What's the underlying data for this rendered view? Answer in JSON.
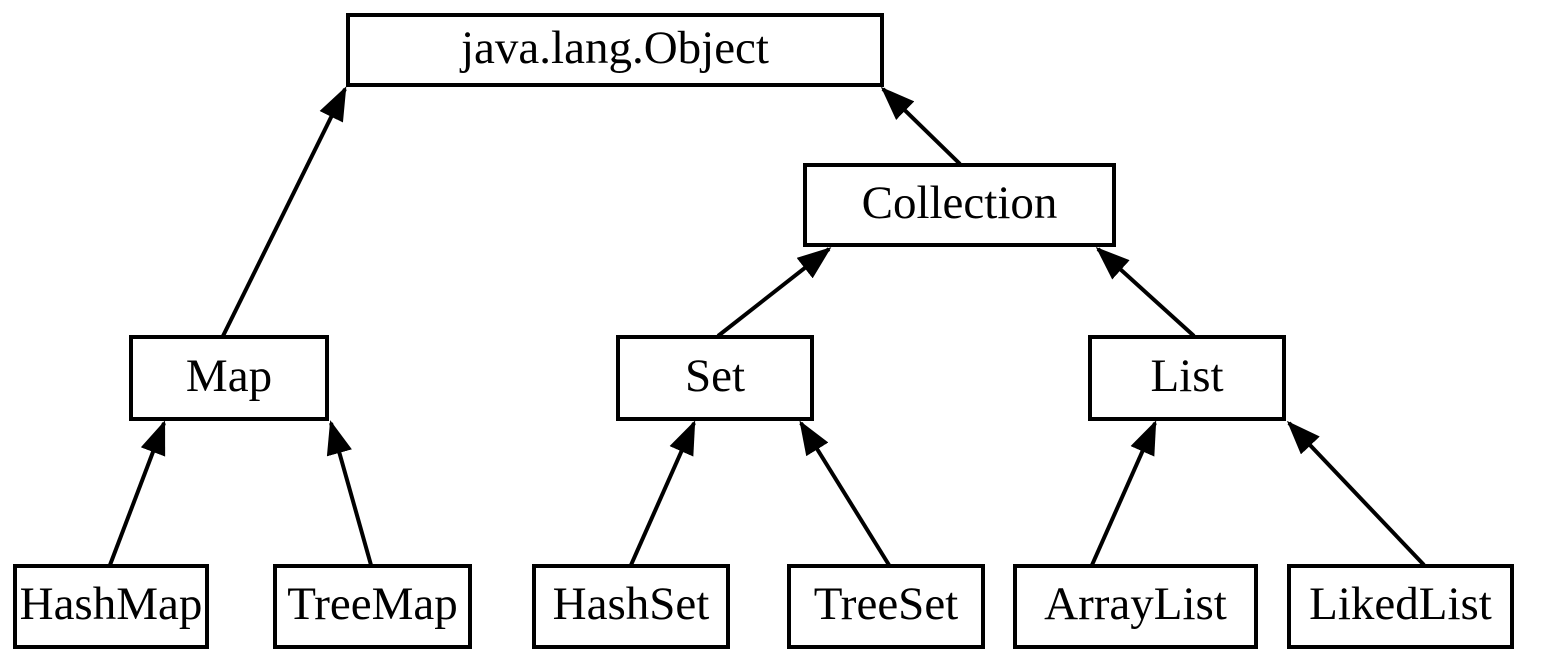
{
  "diagram": {
    "description": "Java collections class hierarchy diagram",
    "background_color": "#ffffff",
    "stroke_color": "#000000",
    "nodes": {
      "object": {
        "label": "java.lang.Object"
      },
      "collection": {
        "label": "Collection"
      },
      "map": {
        "label": "Map"
      },
      "set": {
        "label": "Set"
      },
      "list": {
        "label": "List"
      },
      "hashmap": {
        "label": "HashMap"
      },
      "treemap": {
        "label": "TreeMap"
      },
      "hashset": {
        "label": "HashSet"
      },
      "treeset": {
        "label": "TreeSet"
      },
      "arraylist": {
        "label": "ArrayList"
      },
      "likedlist": {
        "label": "LikedList"
      }
    },
    "edges": [
      {
        "from": "Map",
        "to": "java.lang.Object"
      },
      {
        "from": "Collection",
        "to": "java.lang.Object"
      },
      {
        "from": "Set",
        "to": "Collection"
      },
      {
        "from": "List",
        "to": "Collection"
      },
      {
        "from": "HashMap",
        "to": "Map"
      },
      {
        "from": "TreeMap",
        "to": "Map"
      },
      {
        "from": "HashSet",
        "to": "Set"
      },
      {
        "from": "TreeSet",
        "to": "Set"
      },
      {
        "from": "ArrayList",
        "to": "List"
      },
      {
        "from": "LikedList",
        "to": "List"
      }
    ]
  }
}
